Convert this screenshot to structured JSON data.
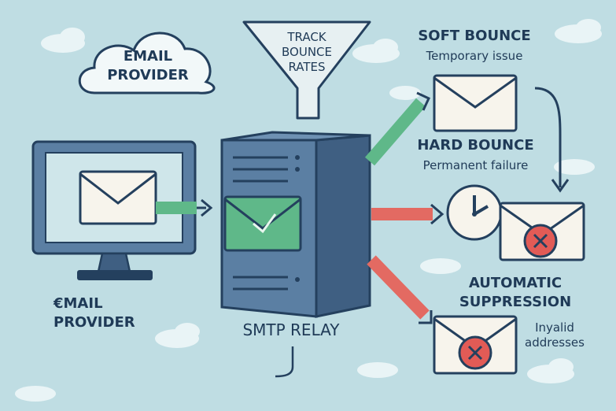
{
  "cloud_label_line1": "EMAIL",
  "cloud_label_line2": "PROVIDER",
  "funnel_line1": "TRACK",
  "funnel_line2": "BOUNCE",
  "funnel_line3": "RATES",
  "soft_bounce_title": "SOFT BOUNCE",
  "soft_bounce_desc": "Temporary issue",
  "hard_bounce_title": "HARD BOUNCE",
  "hard_bounce_desc": "Permanent failure",
  "suppression_line1": "AUTOMATIC",
  "suppression_line2": "SUPPRESSION",
  "invalid_line1": "Inyalid",
  "invalid_line2": "addresses",
  "monitor_label_line1": "€MAIL",
  "monitor_label_line2": "PROVIDER",
  "relay_label": "SMTP RELAY",
  "colors": {
    "background": "#bfdde3",
    "outline": "#24405e",
    "server_body": "#5b7fa3",
    "server_side": "#3f5f82",
    "arrow_green": "#5fb889",
    "arrow_red": "#e36a62",
    "error_red": "#e25b56",
    "envelope": "#f7f4ec"
  }
}
